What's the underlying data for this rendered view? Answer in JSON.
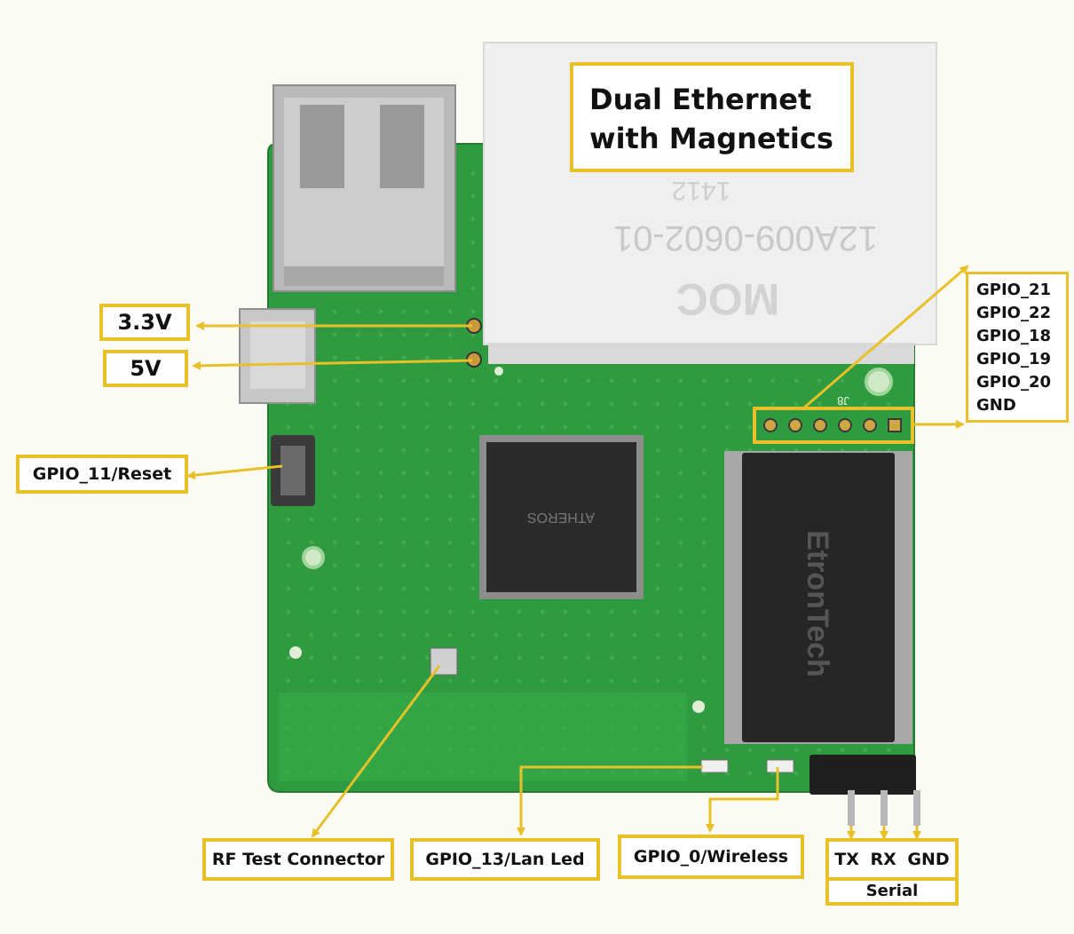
{
  "title": {
    "line1": "Dual Ethernet",
    "line2": "with Magnetics"
  },
  "labels": {
    "v33": "3.3V",
    "v5": "5V",
    "gpio11": "GPIO_11/Reset",
    "rf": "RF Test Connector",
    "gpio13": "GPIO_13/Lan Led",
    "gpio0": "GPIO_0/Wireless"
  },
  "header_pins": [
    "GPIO_21",
    "GPIO_22",
    "GPIO_18",
    "GPIO_19",
    "GPIO_20",
    "GND"
  ],
  "serial": {
    "tx": "TX",
    "rx": "RX",
    "gnd": "GND",
    "caption": "Serial"
  },
  "board_print": {
    "module_code": "12A009-0602-01",
    "module_date": "1412",
    "module_brand": "MOC",
    "chip_brand": "ATHEROS",
    "memory_brand": "EtronTech",
    "header_name": "J8"
  },
  "colors": {
    "accent": "#e8c12a",
    "pcb": "#2f9a3f",
    "arrow": "#e8c12a"
  }
}
